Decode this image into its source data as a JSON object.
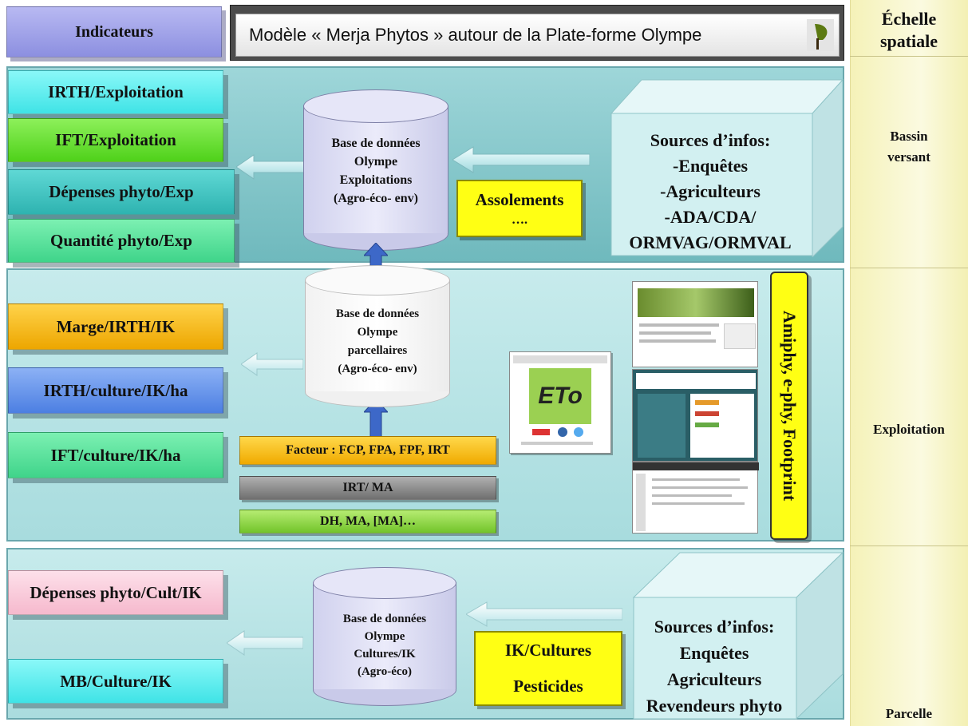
{
  "header": {
    "indicators_label": "Indicateurs",
    "title": "Modèle « Merja Phytos » autour de la Plate-forme Olympe"
  },
  "scale": {
    "title_line1": "Échelle",
    "title_line2": "spatiale",
    "level1_line1": "Bassin",
    "level1_line2": "versant",
    "level2": "Exploitation",
    "level3": "Parcelle"
  },
  "band1": {
    "indicators": [
      "IRTH/Exploitation",
      "IFT/Exploitation",
      "Dépenses phyto/Exp",
      "Quantité phyto/Exp"
    ],
    "database": [
      "Base de données",
      "Olympe",
      "Exploitations",
      "(Agro-éco- env)"
    ],
    "assolements_label": "Assolements",
    "assolements_sub": "….",
    "sources": [
      "Sources d’infos:",
      "-Enquêtes",
      "-Agriculteurs",
      "-ADA/CDA/",
      "ORMVAG/ORMVAL"
    ]
  },
  "band2": {
    "indicators": [
      "Marge/IRTH/IK",
      "IRTH/culture/IK/ha",
      "IFT/culture/IK/ha"
    ],
    "database": [
      "Base de données",
      "Olympe",
      "parcellaires",
      "(Agro-éco- env)"
    ],
    "factors": [
      "Facteur : FCP, FPA, FPF, IRT",
      "IRT/ MA",
      "DH, MA, [MA]…"
    ],
    "tools_label": "Amiphy, e-phy, Footprint",
    "screenshot_logo": "ETo"
  },
  "band3": {
    "indicators": [
      "Dépenses phyto/Cult/IK",
      "MB/Culture/IK"
    ],
    "database": [
      "Base de données",
      "Olympe",
      "Cultures/IK",
      "(Agro-éco)"
    ],
    "ik_label": "IK/Cultures",
    "pesticides_label": "Pesticides",
    "sources": [
      "Sources d’infos:",
      "Enquêtes",
      "Agriculteurs",
      "Revendeurs phyto"
    ]
  },
  "colors": {
    "indicator_purple": "#9a9ce6",
    "cyan": "#5ef0f0",
    "green": "#6de830",
    "teal": "#3cc7c4",
    "mint": "#5ce39c",
    "orange": "#f6b600",
    "blue": "#5b8ce8",
    "pink": "#f8c7d8",
    "yellow": "#ffff14"
  }
}
